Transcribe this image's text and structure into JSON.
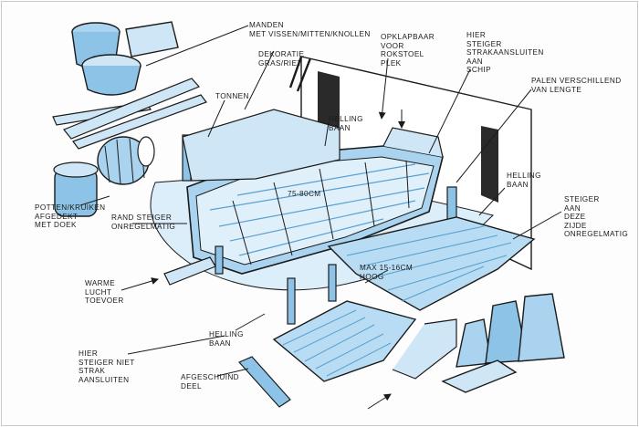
{
  "colors": {
    "ink": "#1b1b1b",
    "wash": "#8cc3e6",
    "wash_light": "#cfe6f6",
    "wash_dark": "#5aa0cf"
  },
  "annotations": {
    "manden": "MANDEN\nMET VISSEN/MITTEN/KNOLLEN",
    "dekoratie": "DEKORATIE\nGRAS/RIET",
    "opklapbaar": "OPKLAPBAAR\nVOOR\nROKSTOEL\nPLEK",
    "hier_steiger": "HIER\nSTEIGER\nSTRAKAANSLUITEN\nAAN\nSCHIP",
    "palen": "PALEN VERSCHILLEND\nVAN LENGTE",
    "tonnen": "TONNEN",
    "helling_baan_top": "HELLING\nBAAN",
    "helling_baan_right": "HELLING\nBAAN",
    "height_mid": "75-80CM",
    "steiger_aan": "STEIGER\nAAN\nDEZE\nZIJDE\nONREGELMATIG",
    "potten": "POTTEN/KRUIKEN\nAFGEDEKT\nMET DOEK",
    "rand_steiger": "RAND STEIGER\nONREGELMATIG",
    "max_hoog": "MAX 15-16CM\nHOOG",
    "warme_lucht": "WARME\nLUCHT\nTOEVOER",
    "helling_baan_bottom": "HELLING\nBAAN",
    "hier_steiger_niet": "HIER\nSTEIGER NIET\nSTRAK\nAANSLUITEN",
    "afgeschuind": "AFGESCHUIND\nDEEL"
  }
}
